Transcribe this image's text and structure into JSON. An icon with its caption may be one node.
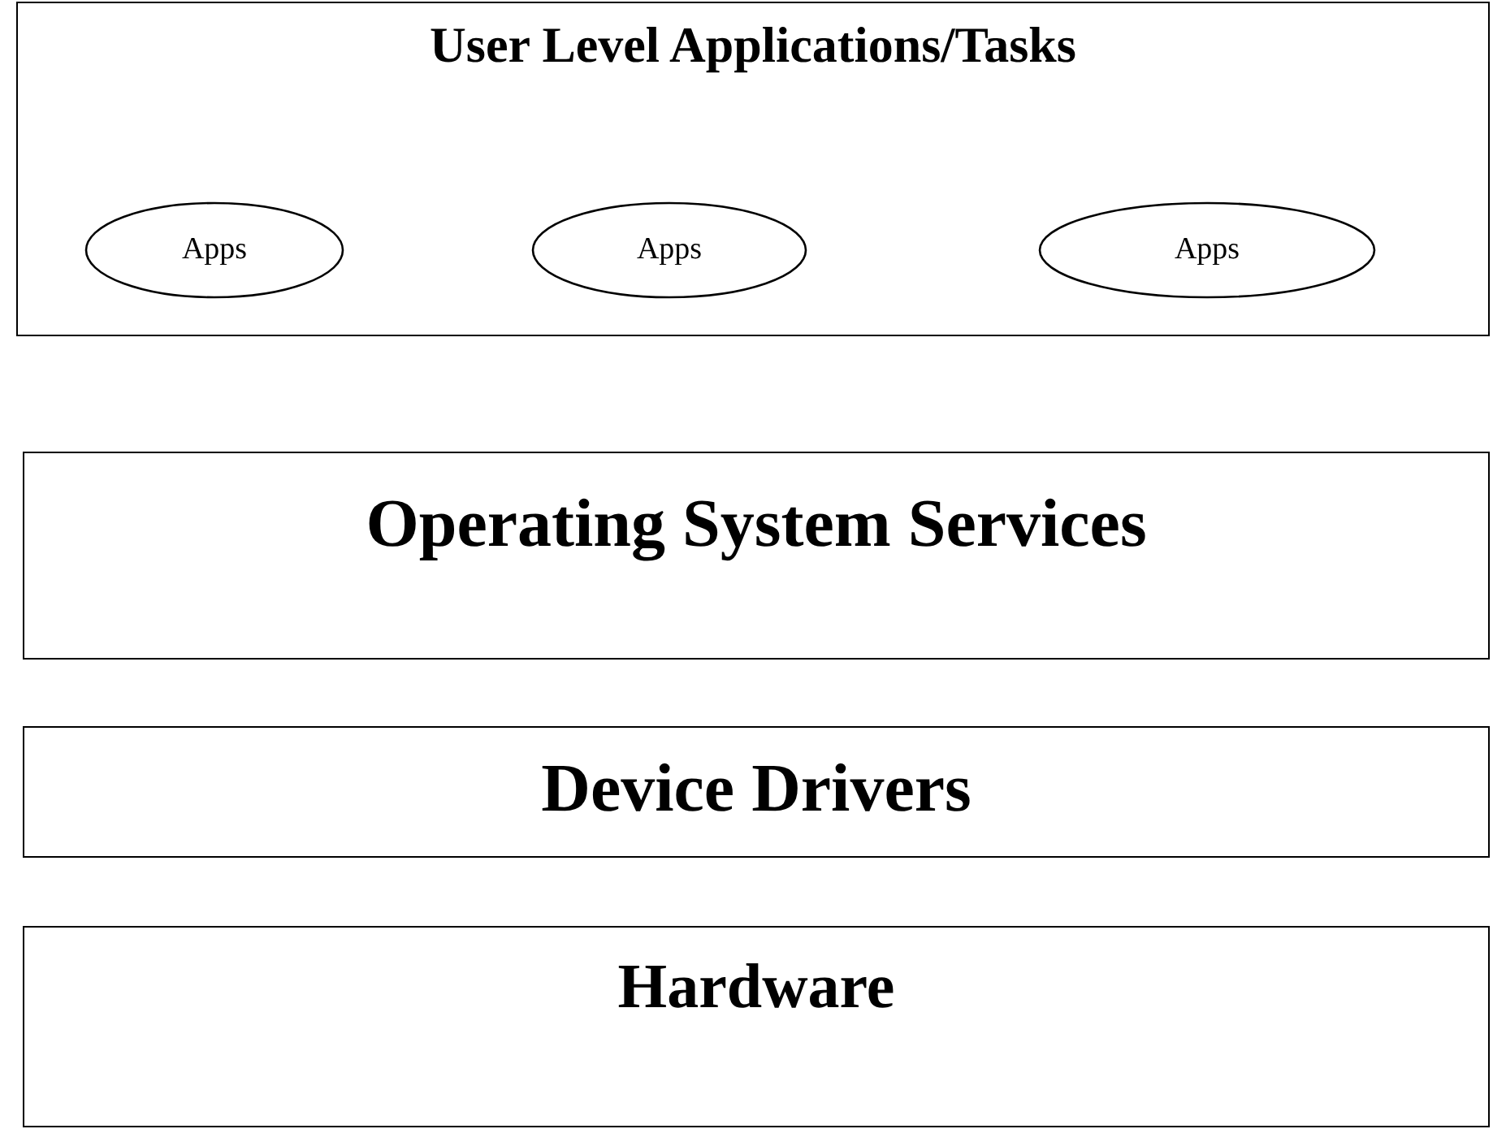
{
  "diagram": {
    "nodes": [
      {
        "text": [
          "User Level Applications/Tasks"
        ]
      },
      {
        "text": [
          "Apps"
        ],
        "in": 0
      },
      {
        "text": [
          "Apps"
        ],
        "in": 0
      },
      {
        "text": [
          "Apps"
        ],
        "in": 0
      },
      {
        "text": [
          "Operating System Services"
        ]
      },
      {
        "text": [
          "Device Drivers"
        ]
      },
      {
        "text": [
          "Hardware"
        ]
      }
    ]
  }
}
